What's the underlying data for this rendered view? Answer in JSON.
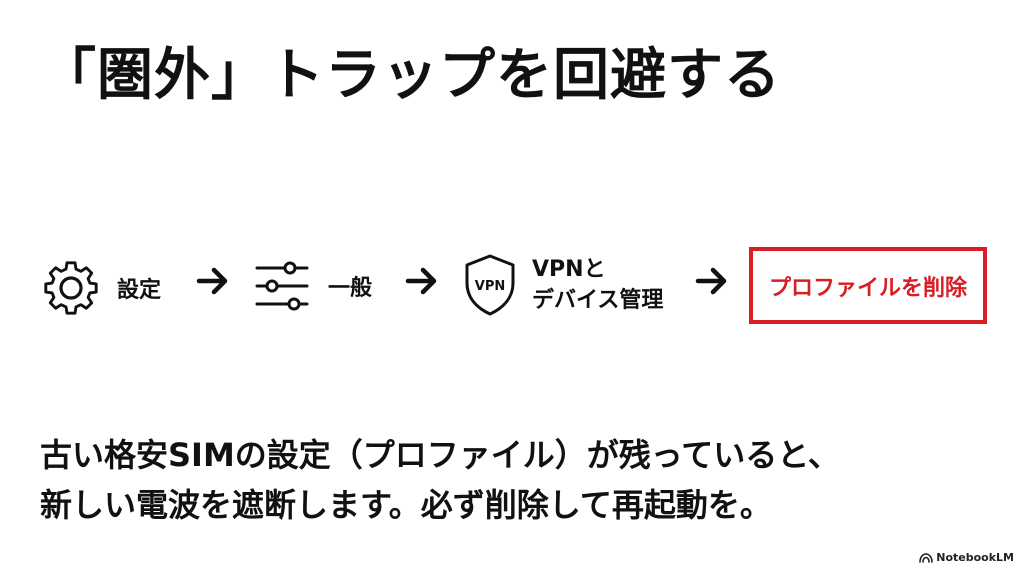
{
  "title": "「圏外」トラップを回避する",
  "flow": {
    "steps": [
      {
        "label": "設定",
        "icon": "gear-icon"
      },
      {
        "label": "一般",
        "icon": "sliders-icon"
      },
      {
        "label_line1": "VPNと",
        "label_line2": "デバイス管理",
        "icon": "vpn-shield-icon",
        "icon_text": "VPN"
      },
      {
        "label": "プロファイルを削除"
      }
    ],
    "arrow_icon": "arrow-right-icon",
    "accent_color": "#d91d22"
  },
  "description": {
    "line1": "古い格安SIMの設定（プロファイル）が残っていると、",
    "line2": "新しい電波を遮断します。必ず削除して再起動を。"
  },
  "brand": {
    "label": "NotebookLM",
    "icon": "notebooklm-logo-icon"
  }
}
